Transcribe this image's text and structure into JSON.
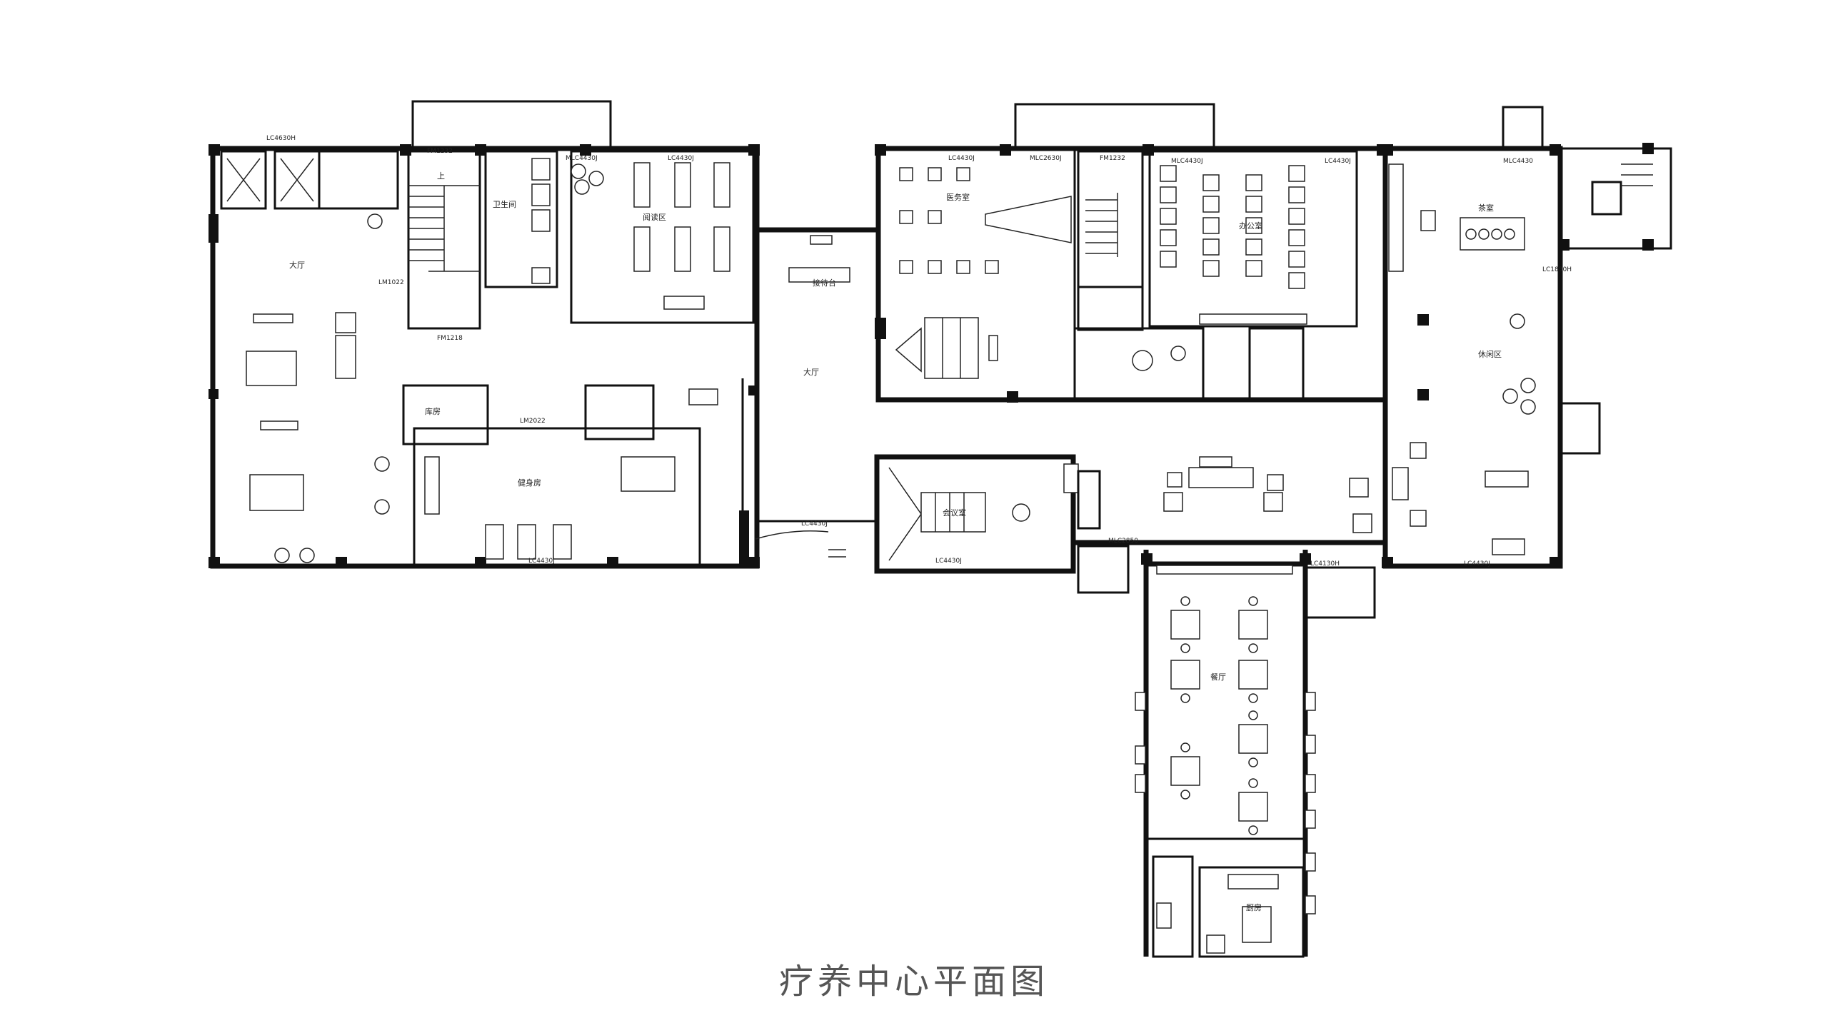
{
  "caption": "疗养中心平面图",
  "window_labels": {
    "lc4630h": "LC4630H",
    "fm1232a": "FM1232",
    "mlc4430j_a": "MLC4430J",
    "lc4430j_a": "LC4430J",
    "lc4430j_b": "LC4430J",
    "mlc2630j": "MLC2630J",
    "fm1232b": "FM1232",
    "mlc4430j_b": "MLC4430J",
    "lc4430j_c": "LC4430J",
    "mlc4430_top": "MLC4430",
    "m1022": "LM1022",
    "m2022": "LM2022",
    "m1218": "FM1218",
    "lc4430j_d": "LC4430J",
    "lc4430j_e": "LC4430J",
    "lc4430j_f": "LC4430J",
    "mlc2850": "MLC2850",
    "lc4130h": "LC4130H",
    "lc4430j_g": "LC4430J",
    "lc1830h": "LC1830H"
  },
  "room_labels": {
    "hall_left": "大厅",
    "hall_center": "大厅",
    "reception": "接待台",
    "stair": "上",
    "toilet": "卫生间",
    "reading": "阅读区",
    "gym": "健身房",
    "meeting": "会议室",
    "dining": "餐厅",
    "tea": "茶室",
    "lounge": "休闲区",
    "kitchen": "厨房",
    "office": "办公室",
    "medical": "医务室",
    "store": "库房"
  }
}
